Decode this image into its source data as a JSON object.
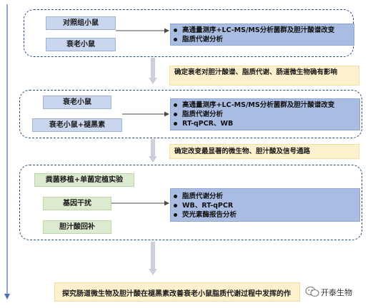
{
  "section1": {
    "labels": [
      "对照组小鼠",
      "衰老小鼠"
    ],
    "results": [
      "高通量测序+LC-MS/MS分析菌群及胆汁酸谱改变",
      "脂质代谢分析"
    ]
  },
  "conclusion1": "确定衰老对胆汁酸谱、脂质代谢、肠道微生物确有影响",
  "section2": {
    "labels": [
      "衰老小鼠",
      "衰老小鼠+褪黑素"
    ],
    "results": [
      "高通量测序+LC-MS/MS分析菌群及胆汁酸谱改变",
      "脂质代谢分析",
      "RT-qPCR、WB"
    ]
  },
  "conclusion2": "确定改变最显著的微生物、胆汁酸及信号通路",
  "section3": {
    "labels": [
      "粪菌移植+单菌定植实验",
      "基因干扰",
      "胆汁酸回补"
    ],
    "results": [
      "脂质代谢分析",
      "WB、RT-qPCR",
      "荧光素酶报告分析"
    ]
  },
  "final": "探究肠道微生物及胆汁酸在褪黑素改善衰老小鼠脂质代谢过程中发挥的作",
  "watermark": {
    "brand": "开泰生物"
  }
}
